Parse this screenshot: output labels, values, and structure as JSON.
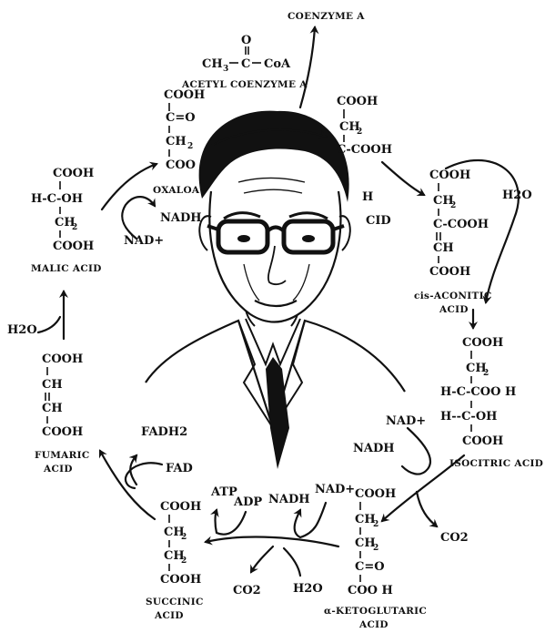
{
  "acetyl": {
    "coenzyme_a": "COENZYME A",
    "o": "O",
    "ch3": "CH",
    "c": "C",
    "coa": "CoA",
    "name": "ACETYL COENZYME A"
  },
  "oxaloacetic": {
    "lines": [
      "COOH",
      "C=O",
      "CH",
      "COO"
    ],
    "label": "OXALOA",
    "nadh": "NADH",
    "nad": "NAD+"
  },
  "citric": {
    "lines": [
      "COOH",
      "CH",
      "C-COOH",
      "H",
      "CID"
    ]
  },
  "cis_aconitic": {
    "lines": [
      "COOH",
      "CH",
      "C-COOH",
      "CH",
      "COOH"
    ],
    "name": [
      "cis-ACONITIC",
      "ACID"
    ],
    "h2o": "H2O"
  },
  "isocitric": {
    "lines": [
      "COOH",
      "CH",
      "H-C-COO H",
      "H--C-OH",
      "COOH"
    ],
    "name": "ISOCITRIC ACID",
    "nad": "NAD+",
    "nadh": "NADH",
    "co2": "CO2"
  },
  "ketoglutaric": {
    "nad": "NAD+",
    "lines": [
      "COOH",
      "CH",
      "CH",
      "C=O",
      "COO H"
    ],
    "name": [
      "α-KETOGLUTARIC",
      "ACID"
    ]
  },
  "succinic": {
    "lines": [
      "COOH",
      "CH",
      "CH",
      "COOH"
    ],
    "name": [
      "SUCCINIC",
      "ACID"
    ],
    "atp": "ATP",
    "adp": "ADP",
    "nadh": "NADH",
    "co2": "CO2",
    "h2o": "H2O"
  },
  "fumaric": {
    "lines": [
      "COOH",
      "CH",
      "CH",
      "COOH"
    ],
    "name": [
      "FUMARIC",
      "ACID"
    ],
    "fadh2": "FADH2",
    "fad": "FAD"
  },
  "malic": {
    "lines": [
      "COOH",
      "H-C-OH",
      "CH",
      "COOH"
    ],
    "name": "MALIC ACID",
    "h2o": "H2O"
  }
}
